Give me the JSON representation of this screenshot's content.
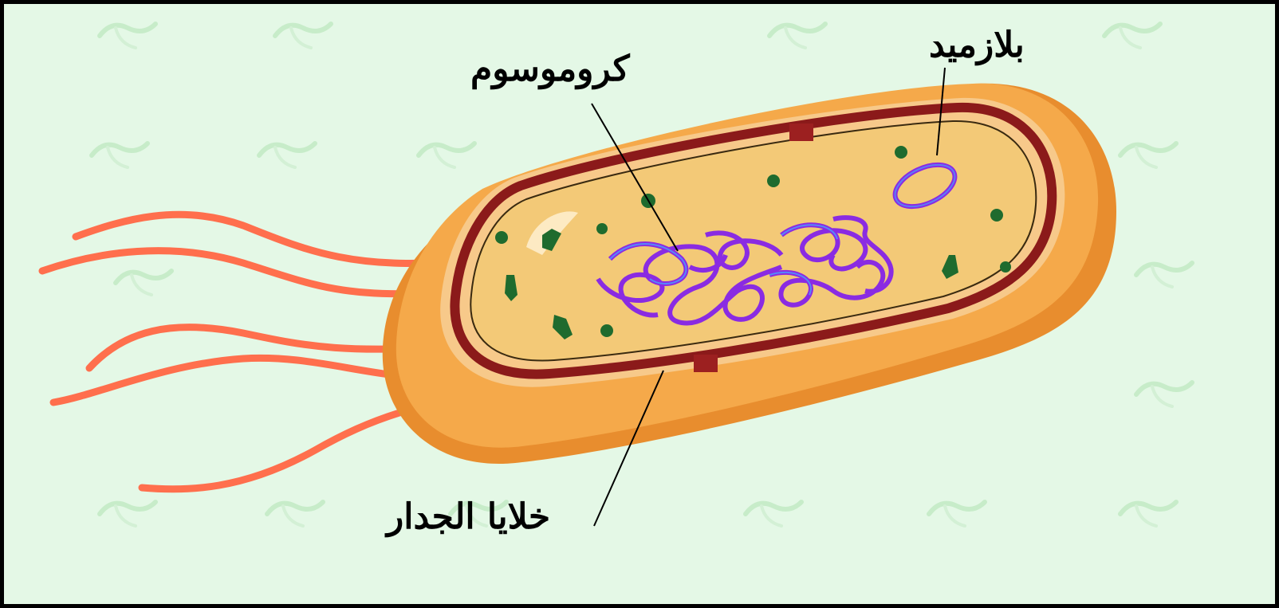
{
  "labels": {
    "plasmid": "بلازميد",
    "chromosome": "كروموسوم",
    "cell_wall": "خلايا الجدار"
  },
  "colors": {
    "background": "#e4f8e6",
    "outer_capsule": "#f0a040",
    "cell_wall_band": "#8b1a1a",
    "cytoplasm": "#f3c977",
    "flagella": "#ff6f4d",
    "dna": "#8a2be2",
    "ribosomes": "#1f6b2e",
    "pointer_lines": "#000000"
  }
}
